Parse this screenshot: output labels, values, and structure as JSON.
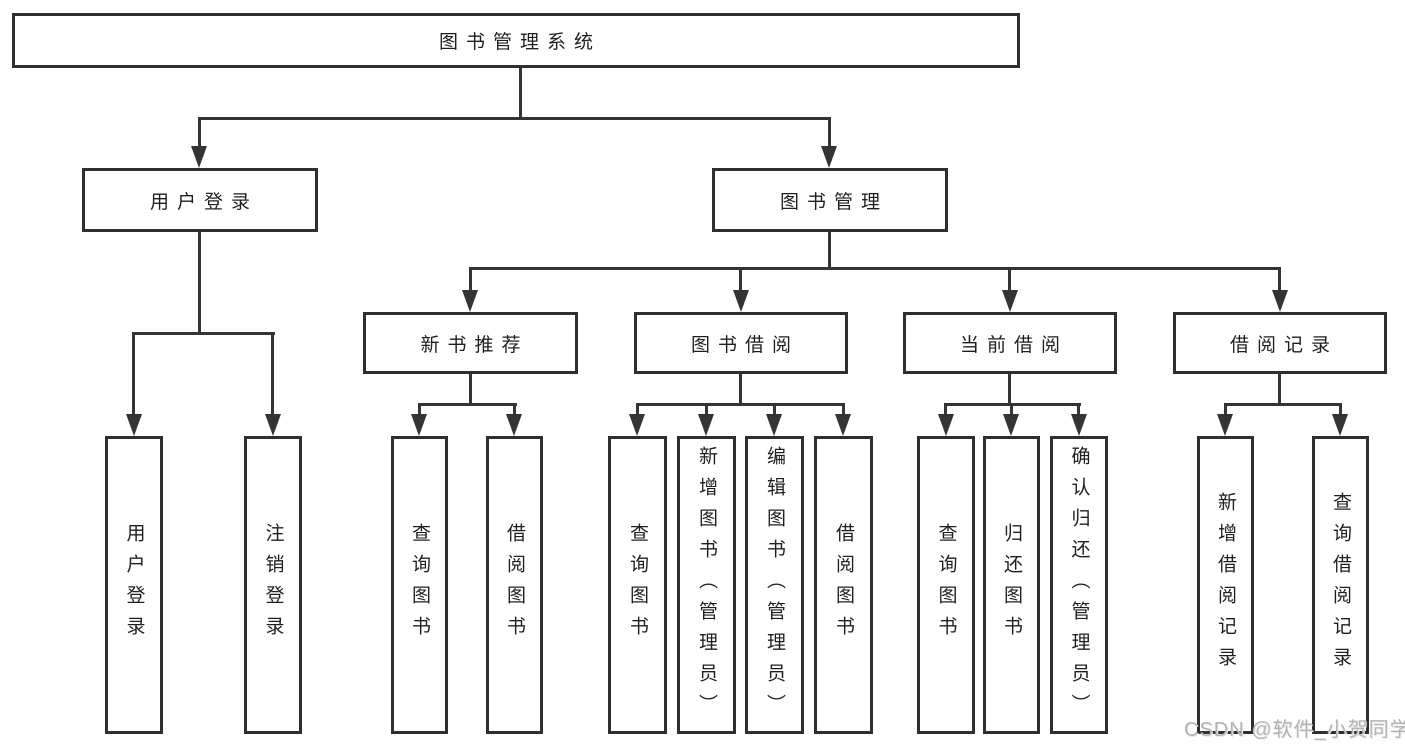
{
  "diagram": {
    "root": {
      "label": "图书管理系统"
    },
    "level2": [
      {
        "label": "用户登录"
      },
      {
        "label": "图书管理"
      }
    ],
    "level3": [
      {
        "label": "新书推荐"
      },
      {
        "label": "图书借阅"
      },
      {
        "label": "当前借阅"
      },
      {
        "label": "借阅记录"
      }
    ],
    "leaves": [
      {
        "label": "用户登录"
      },
      {
        "label": "注销登录"
      },
      {
        "label": "查询图书"
      },
      {
        "label": "借阅图书"
      },
      {
        "label": "查询图书"
      },
      {
        "label": "新增图书（管理员）"
      },
      {
        "label": "编辑图书（管理员）"
      },
      {
        "label": "借阅图书"
      },
      {
        "label": "查询图书"
      },
      {
        "label": "归还图书"
      },
      {
        "label": "确认归还（管理员）"
      },
      {
        "label": "新增借阅记录"
      },
      {
        "label": "查询借阅记录"
      }
    ]
  },
  "watermark": {
    "text": "CSDN @软件_小贺同学"
  },
  "colors": {
    "background": "#ffffff",
    "box_border": "#2f2f2f",
    "line": "#343434",
    "text": "#1f1f1f",
    "watermark": "#b4b4b4"
  }
}
